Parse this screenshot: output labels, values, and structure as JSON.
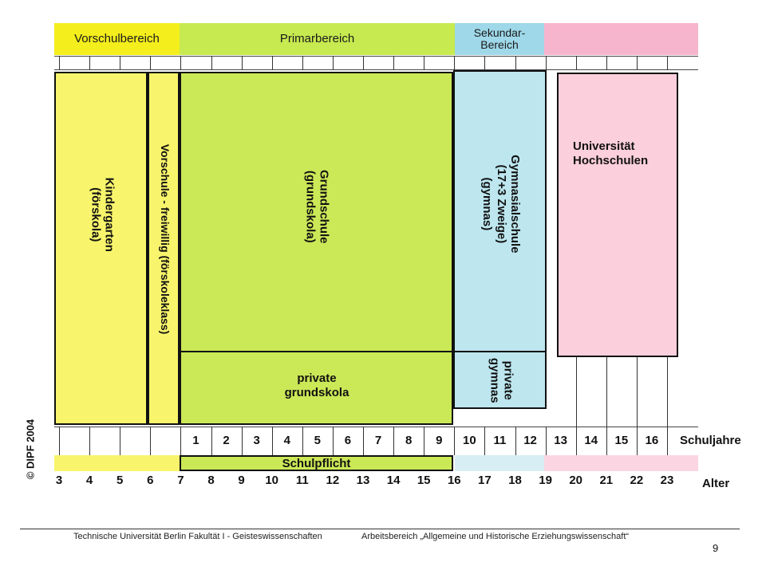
{
  "header": {
    "vorschul": "Vorschulbereich",
    "primar": "Primarbereich",
    "sekundar": "Sekundar-\nBereich"
  },
  "blocks": {
    "kindergarten": "Kindergarten\n(förskola)",
    "vorschule": "Vorschule - freiwillig (förskoleklass)",
    "grundschule": "Grundschule\n(grundskola)",
    "private_grundskola": "private\ngrundskola",
    "gymnasialschule": "Gymnasialschule\n(17+3 Zweige)\n(gymnas)",
    "private_gymnas": "private\ngymnas",
    "universitaet": "Universität\nHochschulen"
  },
  "schuljahre": {
    "label": "Schuljahre",
    "values": [
      "1",
      "2",
      "3",
      "4",
      "5",
      "6",
      "7",
      "8",
      "9",
      "10",
      "11",
      "12",
      "13",
      "14",
      "15",
      "16"
    ]
  },
  "schulpflicht": "Schulpflicht",
  "alter": {
    "label": "Alter",
    "values": [
      "3",
      "4",
      "5",
      "6",
      "7",
      "8",
      "9",
      "10",
      "11",
      "12",
      "13",
      "14",
      "15",
      "16",
      "17",
      "18",
      "19",
      "20",
      "21",
      "22",
      "23"
    ]
  },
  "copyright": "© DIPF 2004",
  "footer": {
    "left": "Technische Universität Berlin Fakultät I - Geisteswissenschaften",
    "right": "Arbeitsbereich „Allgemeine und Historische Erziehungswissenschaft“",
    "page": "9"
  },
  "colors": {
    "yellow": "#f8f56c",
    "yellow_header": "#f4ee1c",
    "green": "#cbe857",
    "green_header": "#c6ea4f",
    "blue": "#bde6ef",
    "blue_header": "#9ed8e9",
    "pink": "#fbcfdc",
    "pink_header": "#f7b4cd"
  }
}
